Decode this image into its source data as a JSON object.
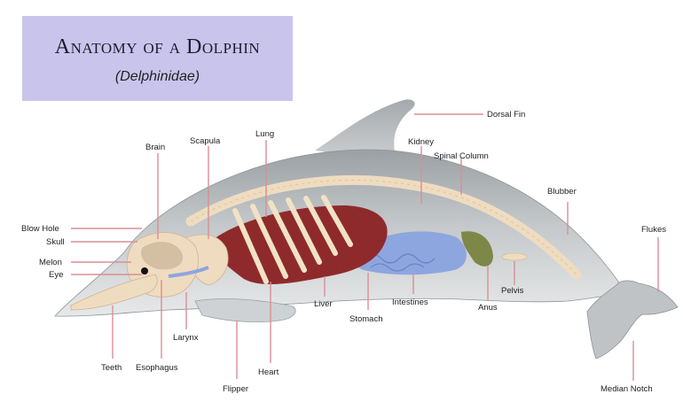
{
  "title": {
    "main": "Anatomy of a Dolphin",
    "sub": "(Delphinidae)"
  },
  "labels": {
    "dorsal_fin": "Dorsal Fin",
    "kidney": "Kidney",
    "spinal_column": "Spinal Column",
    "blubber": "Blubber",
    "flukes": "Flukes",
    "brain": "Brain",
    "scapula": "Scapula",
    "lung": "Lung",
    "blow_hole": "Blow Hole",
    "skull": "Skull",
    "melon": "Melon",
    "eye": "Eye",
    "larynx": "Larynx",
    "teeth": "Teeth",
    "esophagus": "Esophagus",
    "flipper": "Flipper",
    "heart": "Heart",
    "liver": "Liver",
    "stomach": "Stomach",
    "intestines": "Intestines",
    "anus": "Anus",
    "pelvis": "Pelvis",
    "median_notch": "Median Notch"
  },
  "colors": {
    "title_bg": "#c9c4ec",
    "body": "#b9bcbe",
    "leader": "#d98f96",
    "bone": "#efdcc0",
    "lung": "#8f2a2c",
    "intestine": "#8ea6df",
    "kidney": "#7d8748"
  }
}
